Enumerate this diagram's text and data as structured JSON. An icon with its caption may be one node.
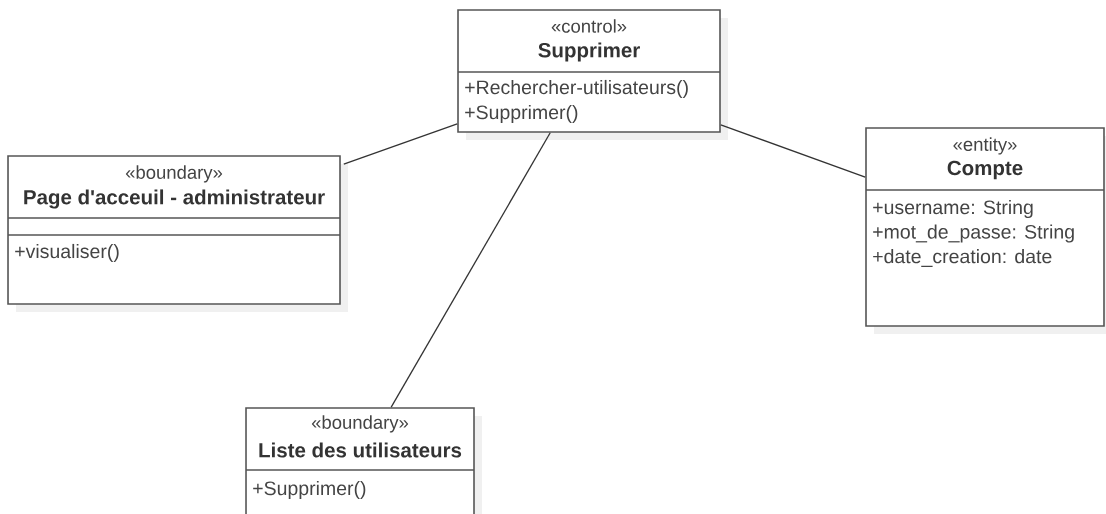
{
  "diagram": {
    "nodes": [
      {
        "text": [
          "«control»",
          "Supprimer",
          "+Rechercher-utilisateurs()",
          "+Supprimer()"
        ]
      },
      {
        "text": [
          "«boundary»",
          "Page d'acceuil - administrateur",
          "+visualiser()"
        ]
      },
      {
        "text": [
          "«entity»",
          "Compte",
          "+username: String",
          "+mot_de_passe: String",
          "+date_creation: date"
        ]
      },
      {
        "text": [
          "«boundary»",
          "Liste des utilisateurs",
          "+Supprimer()"
        ]
      }
    ],
    "edges": [
      {
        "from": 0,
        "to": 1,
        "arrow": "none"
      },
      {
        "from": 0,
        "to": 2,
        "arrow": "none"
      },
      {
        "from": 0,
        "to": 3,
        "arrow": "none"
      }
    ]
  }
}
